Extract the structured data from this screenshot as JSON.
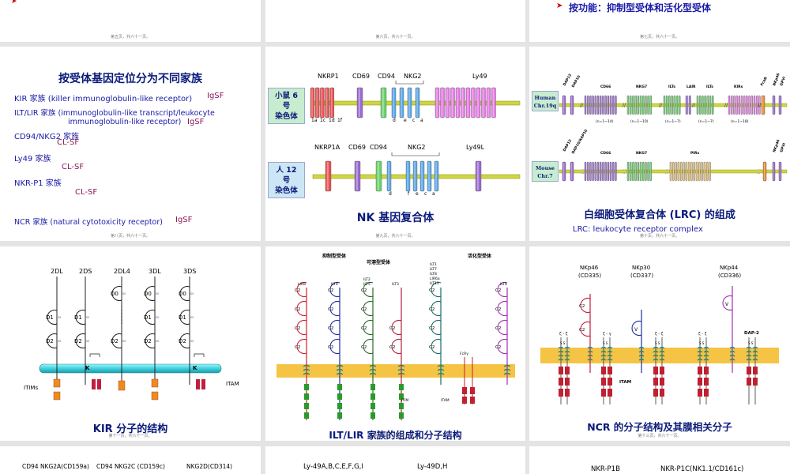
{
  "row1": {
    "slide1_page": "第五页，共六十一页。",
    "slide2_page": "第六页，共六十一页。",
    "slide3_bullet": "按功能：抑制型受体和活化型受体",
    "slide3_page": "第七页，共六十一页。"
  },
  "slide4": {
    "title": "按受体基因定位分为不同家族",
    "kir": "KIR 家族  (killer immunoglobulin-like receptor)",
    "kir_tag": "IgSF",
    "ilt_line1": "ILT/LIR 家族 (immunoglobulin-like transcript/leukocyte",
    "ilt_line2": "immunoglobulin-like receptor)",
    "ilt_tag": "IgSF",
    "cd94": "CD94/NKG2 家族",
    "cd94_tag": "CL-SF",
    "ly49": "Ly49 家族",
    "ly49_tag": "CL-SF",
    "nkrp1": "NKR-P1 家族",
    "nkrp1_tag": "CL-SF",
    "ncr": "NCR 家族 (natural cytotoxicity receptor)",
    "ncr_tag": "IgSF",
    "page": "第八页，共六十一页。"
  },
  "slide5": {
    "mouse_labels": [
      "NKRP1",
      "CD69",
      "CD94",
      "NKG2",
      "Ly49"
    ],
    "mouse_chr": [
      "小鼠 6",
      "号",
      "染色体"
    ],
    "mouse_genes": [
      "1a",
      "1c",
      "1d",
      "1f",
      "d",
      "e",
      "c",
      "a"
    ],
    "human_labels": [
      "NKRP1A",
      "CD69",
      "CD94",
      "NKG2",
      "Ly49L"
    ],
    "human_chr": [
      "人 12",
      "号",
      "染色体"
    ],
    "human_genes": [
      "d",
      "f",
      "e",
      "c",
      "a"
    ],
    "title": "NK 基因复合体",
    "page": "第九页，共六十一页。"
  },
  "slide6": {
    "human_chr": [
      "Human",
      "Chr.19q"
    ],
    "mouse_chr": [
      "Mouse",
      "Chr.7"
    ],
    "human_labels": [
      "DAP12",
      "DAP10",
      "CD66",
      "NKG7",
      "ILTs",
      "LAIR",
      "ILTs",
      "KIRs",
      "FcαR",
      "NKp46",
      "GPVI"
    ],
    "human_counts": [
      "(n=1~14)",
      "(n=1~10)",
      "(n=1~7)",
      "(n=1~7)",
      "(n=1~18)"
    ],
    "mouse_labels": [
      "DAP12",
      "DAP10/KAP10",
      "CD66",
      "NKG7",
      "PIRs",
      "NKp46",
      "GPVI"
    ],
    "title": "白细胞受体复合体 (LRC) 的组成",
    "subtitle": "LRC: leukocyte receptor complex",
    "page": "第十页，共六十一页。"
  },
  "slide7": {
    "cols": [
      "2DL",
      "2DS",
      "2DL4",
      "3DL",
      "3DS"
    ],
    "itims": "ITIMs",
    "itam": "ITAM",
    "k": "K",
    "title": "KIR 分子的结构",
    "page": "第十一页，共六十一页。"
  },
  "slide8": {
    "inhib": "抑制型受体",
    "soluble": "可溶型受体",
    "active": "活化型受体",
    "labels": [
      "LIR8",
      "ILT4",
      "ILT2",
      "ILT5",
      "ILT3",
      "ILT1",
      "ILT7",
      "ILT8",
      "LIR6a",
      "ILT11",
      "ILT6"
    ],
    "fcrg": "FcRγ",
    "itim": "ITIM",
    "itam": "ITAM",
    "title": "ILT/LIR 家族的组成和分子结构",
    "page": "第十二页，共六十一页。"
  },
  "slide9": {
    "nkp46": "NKp46",
    "cd335": "(CD335)",
    "nkp30": "NKp30",
    "cd337": "(CD337)",
    "nkp44": "NKp44",
    "cd336": "(CD336)",
    "dap2": "DAP-2",
    "itam": "ITAM",
    "title": "NCR 的分子结构及其膜相关分子",
    "page": "第十三页，共六十一页。"
  },
  "row4": {
    "s10_a": "CD94  NKG2A(CD159a)",
    "s10_b": "CD94  NKG2C (CD159c)",
    "s10_c": "NKG2D(CD314)",
    "s11_a": "Ly-49A,B,C,E,F,G,I",
    "s11_b": "Ly-49D,H",
    "s12_a": "NKR-P1B",
    "s12_b": "NKR-P1C(NK1.1/CD161c)"
  },
  "colors": {
    "title": "#0a1a7a",
    "membrane": "#f6c445",
    "rod": "#3fd0dc",
    "gene_red": "#e85050",
    "gene_purple": "#9a6ad0",
    "gene_green": "#6ad26a",
    "gene_blue": "#5aa8e8",
    "gene_pink": "#e87ae8"
  }
}
